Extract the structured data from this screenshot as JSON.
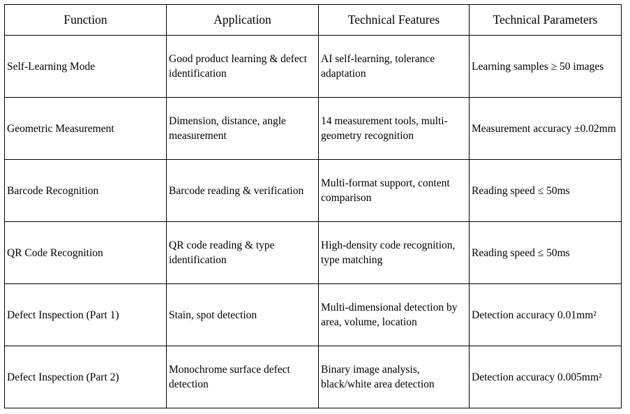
{
  "table": {
    "headers": [
      "Function",
      "Application",
      "Technical Features",
      "Technical Parameters"
    ],
    "rows": [
      [
        "Self-Learning Mode",
        "Good product learning & defect identification",
        "AI self-learning, tolerance adaptation",
        "Learning samples ≥ 50 images"
      ],
      [
        "Geometric Measurement",
        "Dimension, distance, angle measurement",
        "14 measurement tools, multi-geometry recognition",
        "Measurement accuracy ±0.02mm"
      ],
      [
        "Barcode Recognition",
        "Barcode reading & verification",
        "Multi-format support, content comparison",
        "Reading speed ≤ 50ms"
      ],
      [
        "QR Code Recognition",
        "QR code reading & type identification",
        "High-density code recognition, type matching",
        "Reading speed ≤ 50ms"
      ],
      [
        "Defect Inspection (Part 1)",
        "Stain, spot detection",
        "Multi-dimensional detection by area, volume, location",
        "Detection accuracy 0.01mm²"
      ],
      [
        "Defect Inspection (Part 2)",
        "Monochrome surface defect detection",
        "Binary image analysis, black/white area detection",
        "Detection accuracy 0.005mm²"
      ]
    ]
  }
}
